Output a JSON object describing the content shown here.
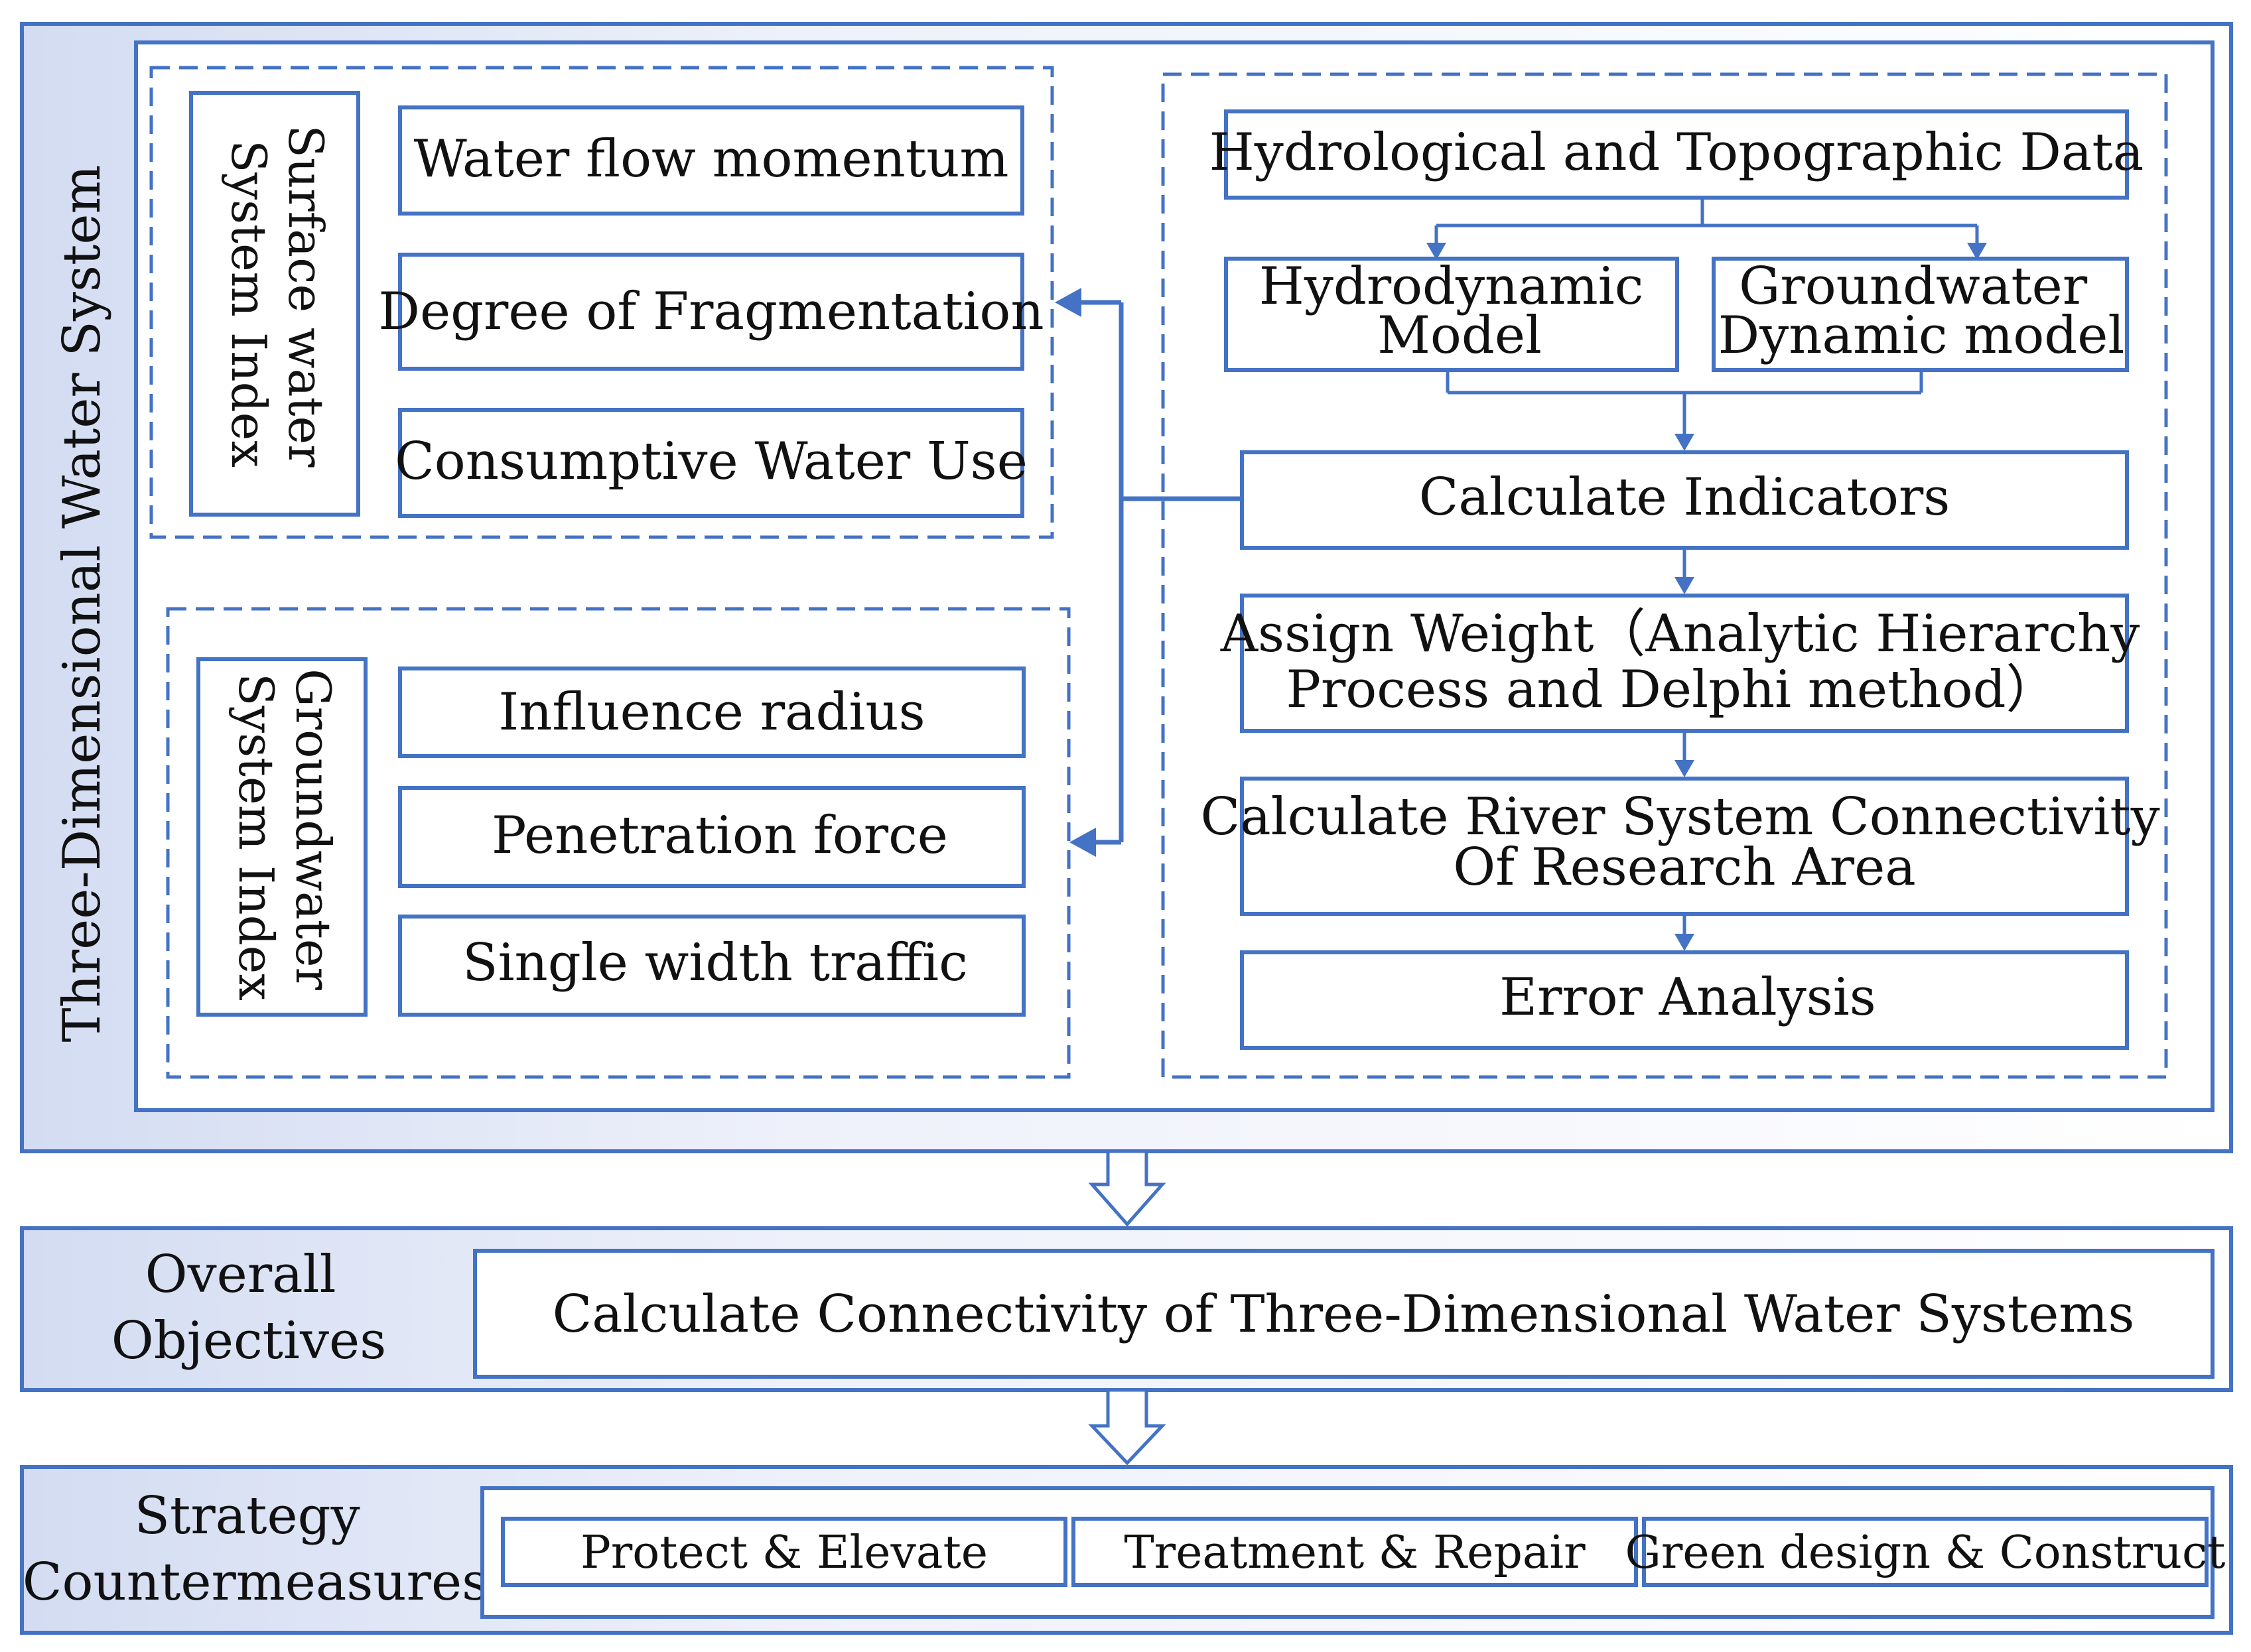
{
  "system": {
    "title": "Three-Dimensional Water System",
    "surface": {
      "label": [
        "Surface water",
        "System Index"
      ],
      "items": [
        "Water flow momentum",
        "Degree of Fragmentation",
        "Consumptive Water Use"
      ]
    },
    "groundwater": {
      "label": [
        "Groundwater",
        "System Index"
      ],
      "items": [
        "Influence radius",
        "Penetration force",
        "Single width traffic"
      ]
    },
    "process": {
      "data": "Hydrological and Topographic Data",
      "hydro_model": [
        "Hydrodynamic",
        "Model"
      ],
      "ground_model": [
        "Groundwater",
        "Dynamic model"
      ],
      "calc_indicators": "Calculate Indicators",
      "assign_weight": [
        "Assign Weight（Analytic Hierarchy",
        "Process and Delphi method）"
      ],
      "calc_connectivity": [
        "Calculate River System Connectivity",
        "Of Research Area"
      ],
      "error": "Error Analysis"
    }
  },
  "objectives": {
    "label": [
      "Overall",
      "Objectives"
    ],
    "text": "Calculate Connectivity of Three-Dimensional Water Systems"
  },
  "strategy": {
    "label": [
      "Strategy",
      "Countermeasures"
    ],
    "items": [
      "Protect & Elevate",
      "Treatment & Repair",
      "Green design & Construct"
    ]
  },
  "colors": {
    "border": "#4472c4",
    "panel_gradient_start": "#dbe3f5",
    "panel_gradient_end": "#ffffff"
  }
}
